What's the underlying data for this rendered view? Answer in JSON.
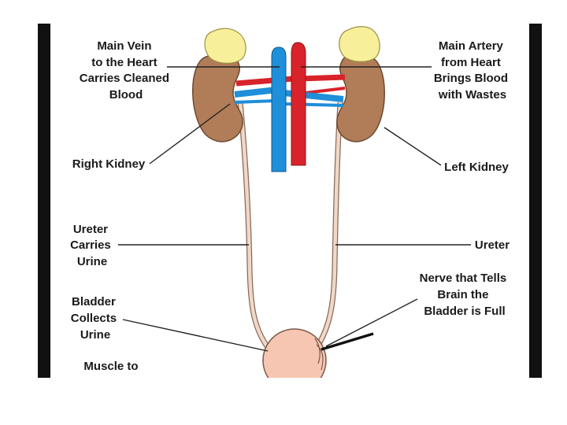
{
  "labels": {
    "main_vein": [
      "Main Vein",
      "to the Heart",
      "Carries Cleaned",
      "Blood"
    ],
    "main_artery": [
      "Main Artery",
      "from Heart",
      "Brings Blood",
      "with Wastes"
    ],
    "right_kidney": [
      "Right Kidney"
    ],
    "left_kidney": [
      "Left Kidney"
    ],
    "ureter_left": [
      "Ureter",
      "Carries",
      "Urine"
    ],
    "ureter_right": [
      "Ureter"
    ],
    "nerve": [
      "Nerve that Tells",
      "Brain the",
      "Bladder is Full"
    ],
    "bladder": [
      "Bladder",
      "Collects",
      "Urine"
    ],
    "muscle": [
      "Muscle to"
    ]
  },
  "colors": {
    "kidney": "#b07d58",
    "kidney_outline": "#6e4a30",
    "adrenal": "#f7ef9a",
    "vein": "#1e8fd8",
    "artery": "#d9232b",
    "ureter": "#f0d8c8",
    "bladder": "#f6c6b2",
    "frame": "#111111"
  }
}
